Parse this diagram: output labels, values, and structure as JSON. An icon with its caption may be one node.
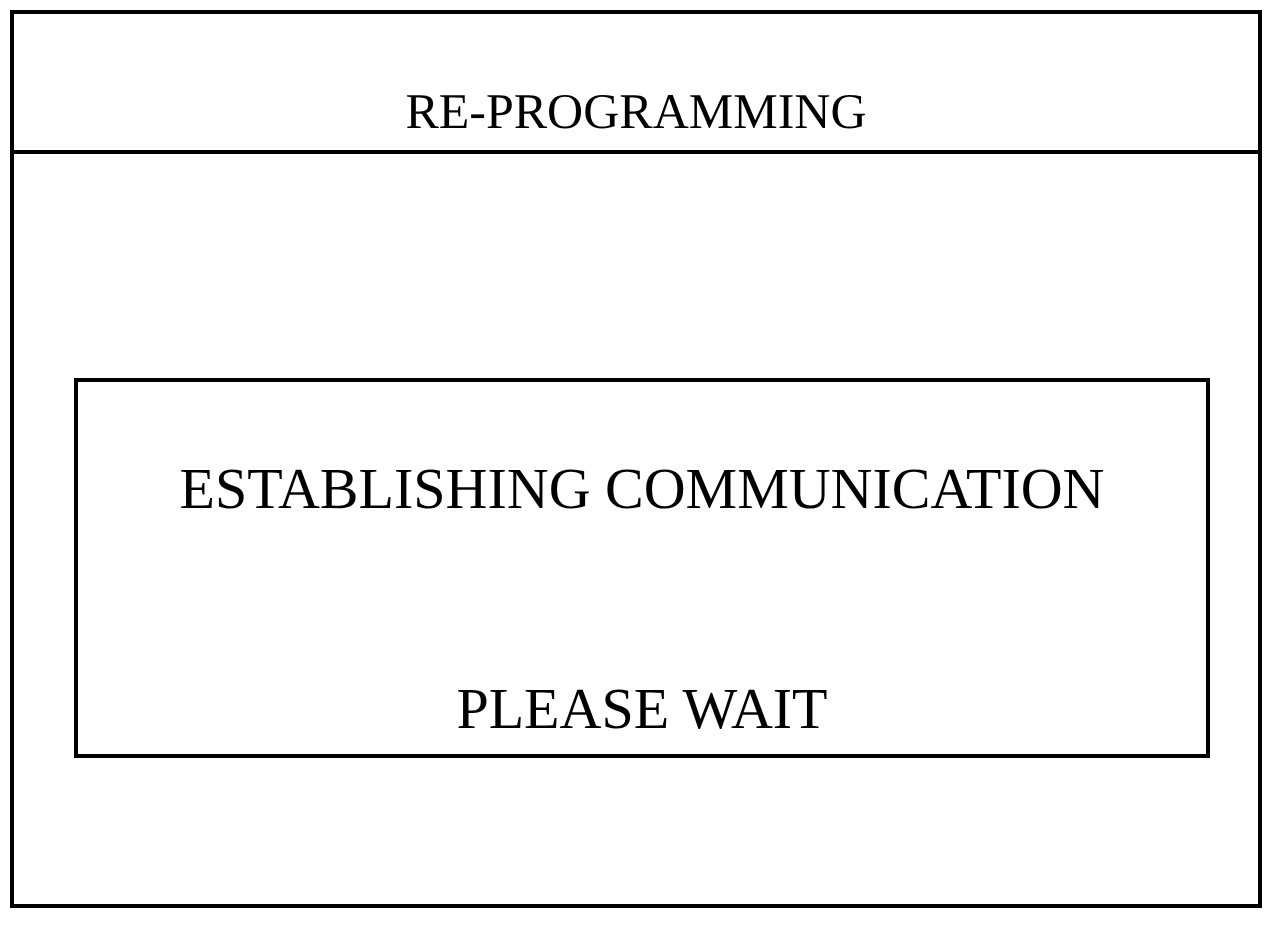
{
  "diagram": {
    "nodes": [
      {
        "text": [
          "RE-PROGRAMMING"
        ]
      },
      {
        "text": [
          "ESTABLISHING COMMUNICATION",
          "PLEASE WAIT"
        ],
        "in": 0
      }
    ]
  }
}
